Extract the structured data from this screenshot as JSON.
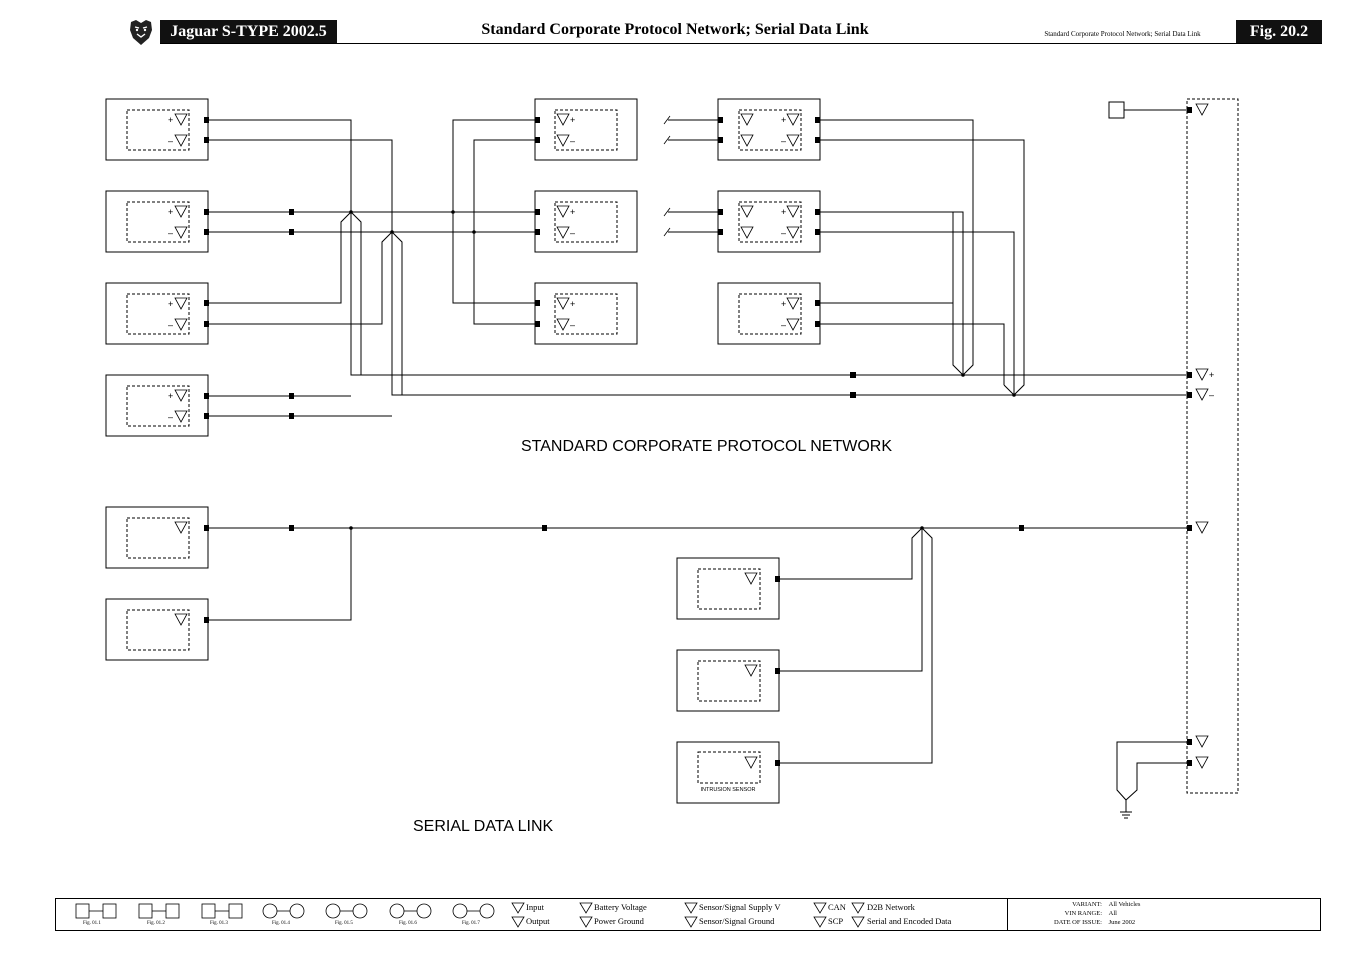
{
  "header": {
    "vehicle_title": "Jaguar S-TYPE 2002.5",
    "page_title": "Standard Corporate Protocol Network; Serial Data Link",
    "small_title": "Standard Corporate Protocol Network; Serial Data Link",
    "figure": "Fig. 20.2",
    "logo": "jaguar-head-logo"
  },
  "diagram": {
    "scp_label": "STANDARD CORPORATE PROTOCOL NETWORK",
    "sdl_label": "SERIAL DATA LINK",
    "intrusion_sensor": "INTRUSION SENSOR",
    "plus": "+",
    "minus": "–"
  },
  "footer": {
    "fig_refs": [
      "Fig. 01.1",
      "Fig. 01.2",
      "Fig. 01.3",
      "Fig. 01.4",
      "Fig. 01.5",
      "Fig. 01.6",
      "Fig. 01.7"
    ],
    "legend": {
      "input": "Input",
      "output": "Output",
      "battery_voltage": "Battery Voltage",
      "power_ground": "Power Ground",
      "sensor_supply": "Sensor/Signal Supply V",
      "sensor_ground": "Sensor/Signal Ground",
      "can": "CAN",
      "scp": "SCP",
      "d2b": "D2B Network",
      "serial": "Serial and Encoded Data"
    },
    "variant_label": "VARIANT:",
    "variant_value": "All Vehicles",
    "vin_label": "VIN RANGE:",
    "vin_value": "All",
    "date_label": "DATE OF ISSUE:",
    "date_value": "June 2002"
  }
}
